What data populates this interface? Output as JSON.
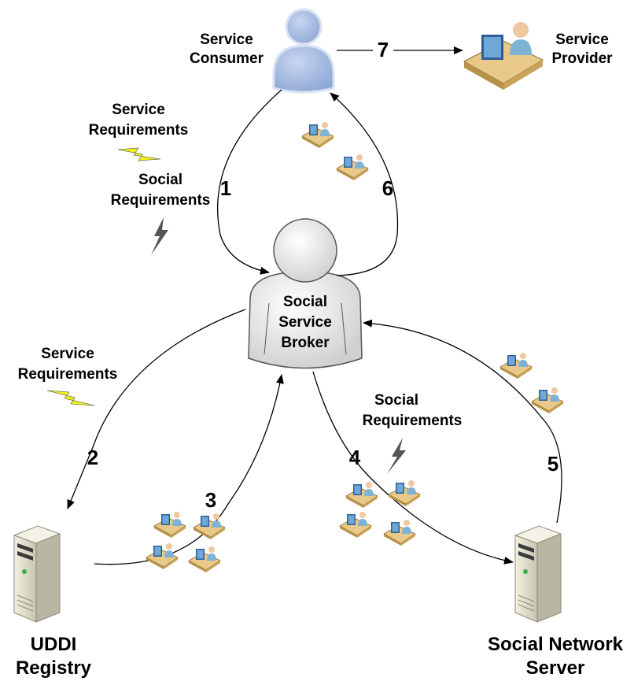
{
  "consumer": {
    "line1": "Service",
    "line2": "Consumer"
  },
  "provider": {
    "line1": "Service",
    "line2": "Provider"
  },
  "broker": {
    "line1": "Social",
    "line2": "Service",
    "line3": "Broker"
  },
  "uddi": {
    "line1": "UDDI",
    "line2": "Registry"
  },
  "social_server": {
    "line1": "Social Network",
    "line2": "Server"
  },
  "req_top": {
    "service_line1": "Service",
    "service_line2": "Requirements",
    "social_line1": "Social",
    "social_line2": "Requirements"
  },
  "req_left": {
    "line1": "Service",
    "line2": "Requirements"
  },
  "req_right": {
    "line1": "Social",
    "line2": "Requirements"
  },
  "steps": {
    "s1": "1",
    "s2": "2",
    "s3": "3",
    "s4": "4",
    "s5": "5",
    "s6": "6",
    "s7": "7"
  },
  "colors": {
    "consumer_figure": "#a9bde3",
    "broker_figure": "#e4e4e4",
    "service_bolt": "#f2f21a",
    "social_bolt": "#555555",
    "desk": "#e8c98a",
    "monitor": "#6fa8d8",
    "server_body": "#d9d7c4"
  }
}
